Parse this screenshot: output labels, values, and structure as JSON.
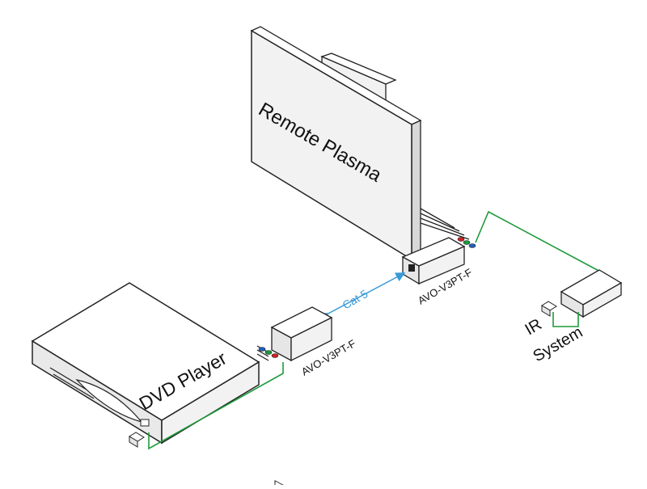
{
  "labels": {
    "plasma": "Remote Plasma",
    "dvd": "DVD Player",
    "unit_left": "AVO-V3PT-F",
    "unit_right": "AVO-V3PT-F",
    "cable": "Cat 5",
    "ir_line1": "IR",
    "ir_line2": "System"
  },
  "colors": {
    "outline": "#222222",
    "device_fill": "#f2f2f2",
    "ir_wire": "#1e9a3c",
    "cat5": "#3a9ad9",
    "rca_red": "#d02020",
    "rca_green": "#1a9a3a",
    "rca_blue": "#2060c0"
  }
}
